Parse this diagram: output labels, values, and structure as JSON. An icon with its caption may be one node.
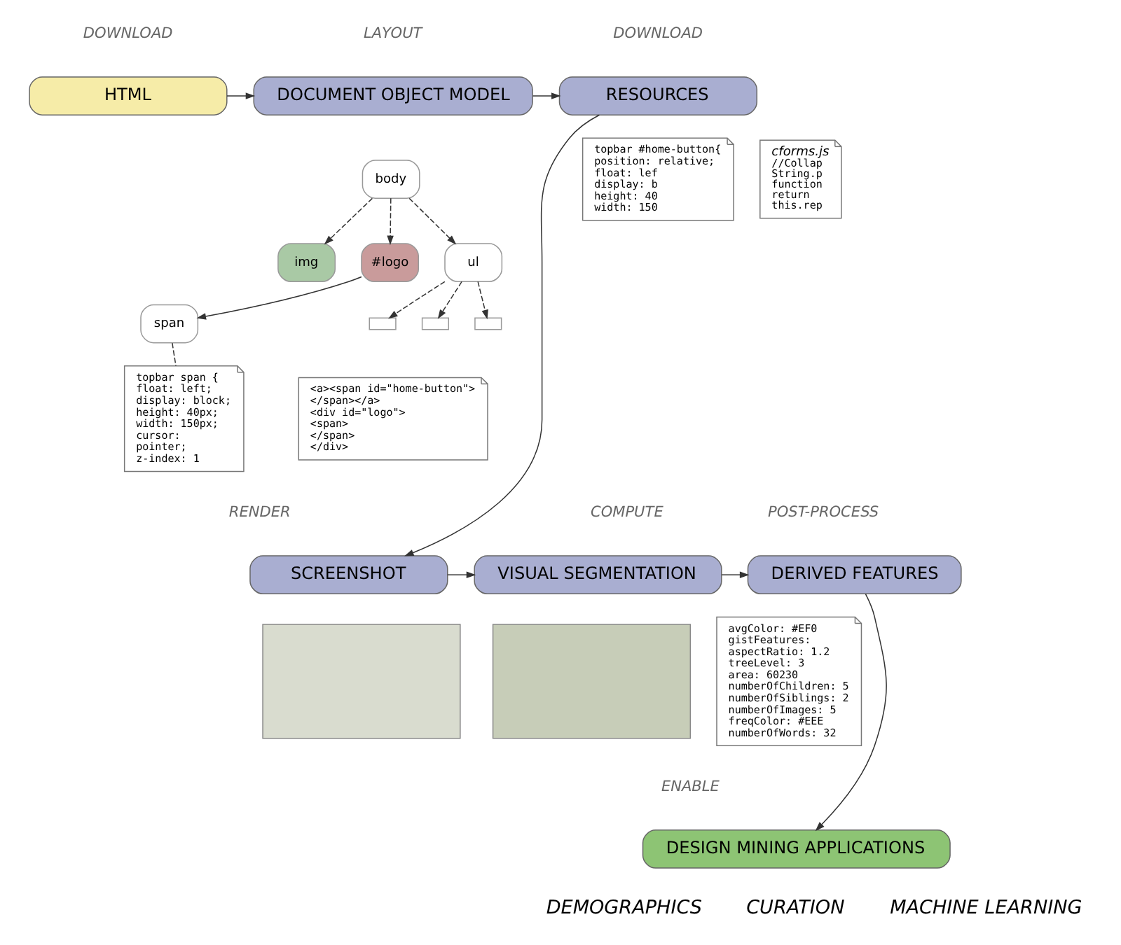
{
  "diagram": {
    "nodes": [
      {
        "text": [
          "HTML"
        ],
        "beside": [
          "DOWNLOAD"
        ]
      },
      {
        "text": [
          "DOCUMENT OBJECT MODEL"
        ],
        "beside": [
          "LAYOUT"
        ]
      },
      {
        "text": [
          "RESOURCES"
        ],
        "beside": [
          "DOWNLOAD"
        ]
      },
      {
        "text": [
          "<a><span id=\"home-button\">",
          "</span></a>",
          "<div id=\"logo\">",
          "<span>",
          "</span>",
          "</div>"
        ]
      },
      {
        "text": [
          "body"
        ]
      },
      {
        "text": [
          "#logo"
        ]
      },
      {
        "text": [
          "img"
        ]
      },
      {
        "text": [
          "ul"
        ]
      },
      {
        "text": [
          "span"
        ]
      },
      {
        "text": [],
        "shape": "box"
      },
      {
        "text": [],
        "shape": "box"
      },
      {
        "text": [],
        "shape": "box"
      },
      {
        "text": [
          "topbar span {",
          "float: left;",
          "display: block;",
          "height: 40px;",
          "width: 150px;",
          "cursor:",
          "pointer;",
          "z-index: 1"
        ]
      },
      {
        "text": [
          "cforms.js",
          "//Collap",
          "String.p",
          "function",
          "return",
          "this.rep"
        ]
      },
      {
        "text": [
          "topbar #home-button{",
          "position: relative;",
          "float: lef",
          "display: b",
          "height: 40",
          "width: 150"
        ]
      },
      {
        "text": [
          "SCREENSHOT"
        ],
        "beside": [
          "RENDER"
        ]
      },
      {
        "text": [
          "VISUAL SEGMENTATION"
        ],
        "beside": [
          "COMPUTE"
        ]
      },
      {
        "text": [
          "DERIVED FEATURES"
        ],
        "beside": [
          "POST-PROCESS"
        ]
      },
      {
        "text": [],
        "shape": "box"
      },
      {
        "text": [],
        "shape": "box"
      },
      {
        "text": [
          "avgColor: #EF0",
          "gistFeatures:",
          "aspectRatio: 1.2",
          "treeLevel: 3",
          "area: 60230",
          "numberOfChildren: 5",
          "numberOfSiblings: 2",
          "numberOfImages: 5",
          "freqColor: #EEE",
          "numberOfWords: 32"
        ]
      },
      {
        "text": [
          "DESIGN MINING APPLICATIONS"
        ],
        "beside": [
          "ENABLE"
        ]
      }
    ],
    "edges": [
      {
        "from": 0,
        "to": 1,
        "arrow": "to"
      },
      {
        "from": 1,
        "to": 2,
        "arrow": "to"
      },
      {
        "from": 2,
        "to": 15,
        "arrow": "to"
      },
      {
        "from": 15,
        "to": 16,
        "arrow": "to"
      },
      {
        "from": 16,
        "to": 17,
        "arrow": "to"
      },
      {
        "from": 17,
        "to": 21,
        "arrow": "to"
      },
      {
        "from": 4,
        "to": 5,
        "arrow": "to",
        "style": "dashed"
      },
      {
        "from": 4,
        "to": 6,
        "arrow": "to",
        "style": "dashed"
      },
      {
        "from": 4,
        "to": 7,
        "arrow": "to",
        "style": "dashed"
      },
      {
        "from": 5,
        "to": 8,
        "arrow": "to"
      },
      {
        "from": 7,
        "to": 9,
        "arrow": "to",
        "style": "dashed"
      },
      {
        "from": 7,
        "to": 10,
        "arrow": "to",
        "style": "dashed"
      },
      {
        "from": 7,
        "to": 11,
        "arrow": "to",
        "style": "dashed"
      },
      {
        "from": 8,
        "to": 12,
        "arrow": "none",
        "style": "dashed"
      }
    ],
    "labels": [
      "DEMOGRAPHICS",
      "CURATION",
      "MACHINE LEARNING"
    ]
  }
}
